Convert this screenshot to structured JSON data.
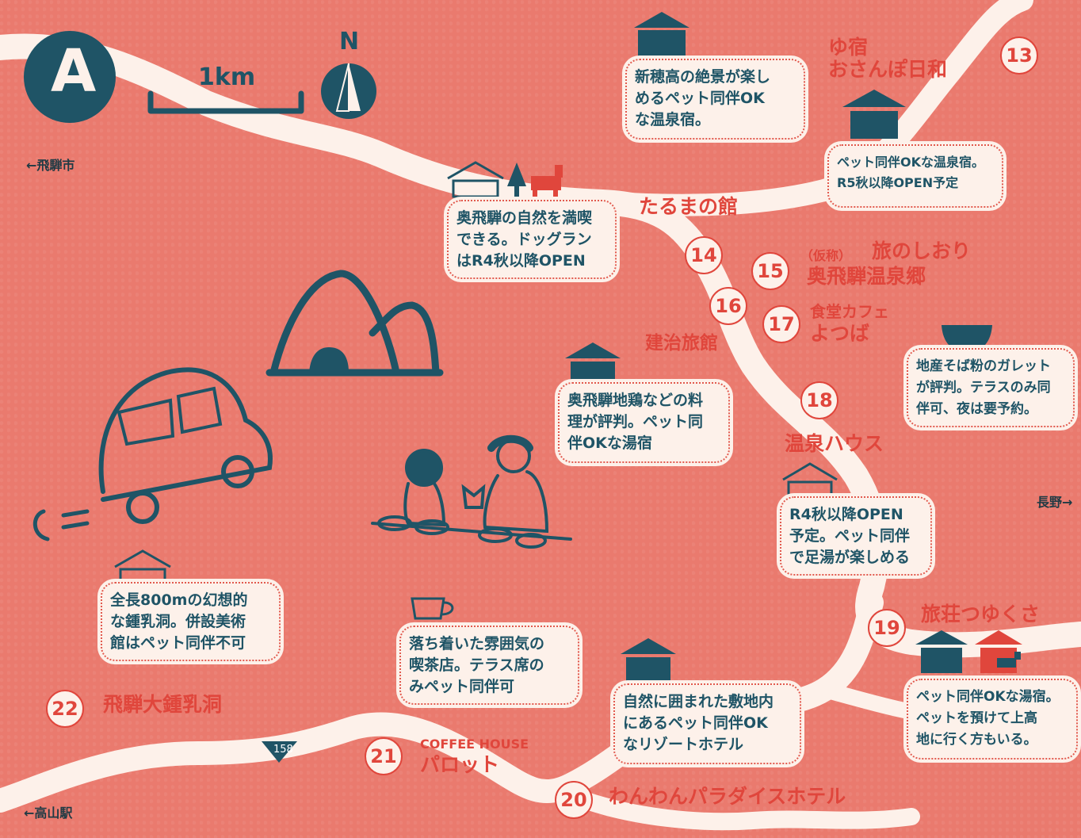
{
  "map_letter": "A",
  "scale_label": "1km",
  "north_label": "N",
  "directions": {
    "hida_city": "←飛騨市",
    "takayama_station": "←高山駅",
    "nagano": "長野→"
  },
  "route_number": "158",
  "spots": [
    {
      "number": "13",
      "name_line1": "ゆ宿",
      "name_line2": "おさんぽ日和",
      "description": "ペット同伴OKな温泉宿。\nR5秋以降OPEN予定"
    },
    {
      "number": "14",
      "name": "たるまの館",
      "description": "奥飛騨の自然を満喫\nできる。ドッグラン\nはR4秋以降OPEN"
    },
    {
      "number": "15",
      "name_prefix": "（仮称）",
      "name_line1": "旅のしおり",
      "name_line2": "奥飛騨温泉郷"
    },
    {
      "number": "16",
      "name": "建治旅館",
      "description": "奥飛騨地鶏などの料\n理が評判。ペット同\n伴OKな湯宿"
    },
    {
      "number": "17",
      "name_line1": "食堂カフェ",
      "name_line2": "よつば",
      "description": "地産そば粉のガレット\nが評判。テラスのみ同\n伴可、夜は要予約。"
    },
    {
      "number": "18",
      "name": "温泉ハウス",
      "description": "R4秋以降OPEN\n予定。ペット同伴\nで足湯が楽しめる"
    },
    {
      "number": "19",
      "name": "旅荘つゆくさ",
      "description": "ペット同伴OKな湯宿。\nペットを預けて上高\n地に行く方もいる。"
    },
    {
      "number": "20",
      "name": "わんわんパラダイスホテル",
      "description": "自然に囲まれた敷地内\nにあるペット同伴OK\nなリゾートホテル"
    },
    {
      "number": "21",
      "name_line1": "COFFEE HOUSE",
      "name_line2": "パロット",
      "description": "落ち着いた雰囲気の\n喫茶店。テラス席の\nみペット同伴可"
    },
    {
      "number": "22",
      "name": "飛騨大鍾乳洞",
      "description": "全長800mの幻想的\nな鍾乳洞。併設美術\n館はペット同伴不可"
    }
  ],
  "unnamed_bubble": {
    "description": "新穂高の絶景が楽し\nめるペット同伴OK\nな温泉宿。"
  },
  "colors": {
    "background": "#ea7a6e",
    "road": "#fdf1ea",
    "accent_red": "#e0463c",
    "teal": "#1f5466"
  },
  "icons": [
    "house-icon",
    "tree-icon",
    "dog-icon",
    "cave-icon",
    "car-icon",
    "cafe-people-illustration",
    "bowl-icon",
    "coffee-cup-icon",
    "north-arrow-icon"
  ]
}
